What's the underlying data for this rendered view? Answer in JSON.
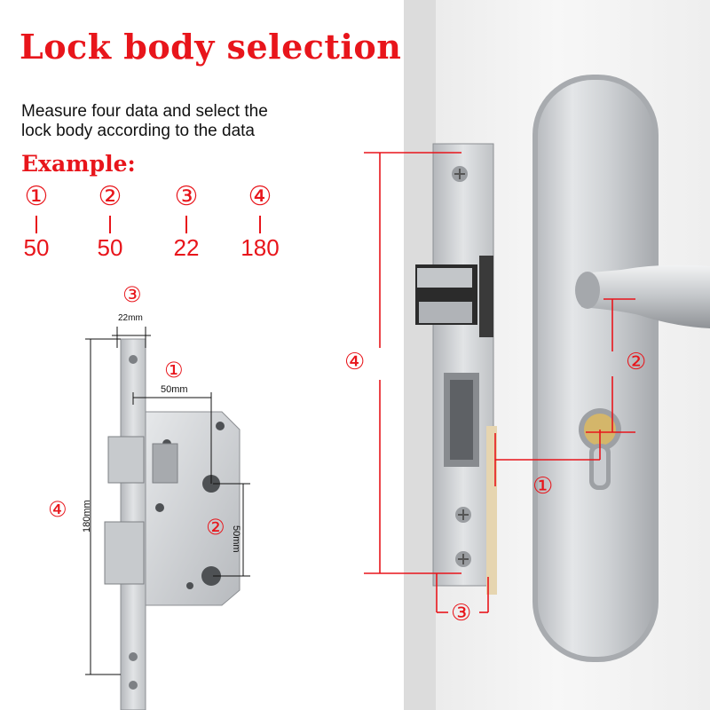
{
  "title": "Lock body selection",
  "description": {
    "line1": "Measure four data and select the",
    "line2": "lock body according to the data"
  },
  "example": {
    "heading": "Example:",
    "items": [
      {
        "marker": "①",
        "value": "50"
      },
      {
        "marker": "②",
        "value": "50"
      },
      {
        "marker": "③",
        "value": "22"
      },
      {
        "marker": "④",
        "value": "180"
      }
    ]
  },
  "lock_diagram": {
    "marker_1": "①",
    "dim_1": "50mm",
    "marker_2": "②",
    "dim_2": "50mm",
    "marker_3": "③",
    "dim_3": "22mm",
    "marker_4": "④",
    "dim_4": "180mm"
  },
  "door_diagram": {
    "marker_1": "①",
    "marker_2": "②",
    "marker_3": "③",
    "marker_4": "④"
  },
  "colors": {
    "accent_red": "#e8151b",
    "steel": "#c9ccd0",
    "door_white": "#f3f3f3"
  }
}
